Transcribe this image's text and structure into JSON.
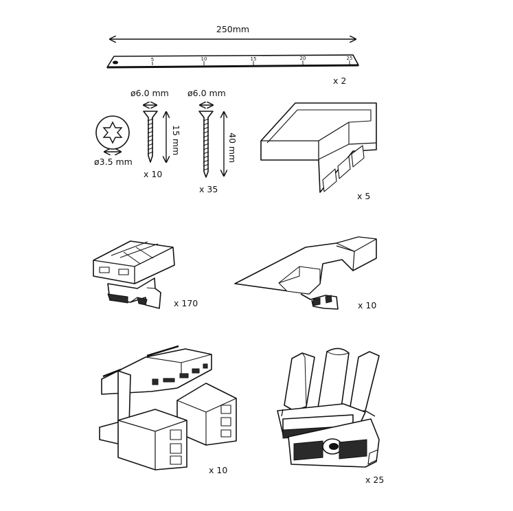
{
  "ruler": {
    "length_label": "250mm",
    "ticks": [
      "5",
      "10",
      "15",
      "20",
      "25"
    ],
    "qty": "x 2"
  },
  "screw_head": {
    "diameter": "ø3.5 mm"
  },
  "screw_short": {
    "diameter": "ø6.0 mm",
    "length": "15 mm",
    "qty": "x 10"
  },
  "screw_long": {
    "diameter": "ø6.0 mm",
    "length": "40 mm",
    "qty": "x 35"
  },
  "corner_profile": {
    "qty": "x 5"
  },
  "connector": {
    "qty": "x 170"
  },
  "plate_clip": {
    "qty": "x 10"
  },
  "junction_block": {
    "qty": "x 10"
  },
  "spring_clamp": {
    "qty": "x 25"
  }
}
